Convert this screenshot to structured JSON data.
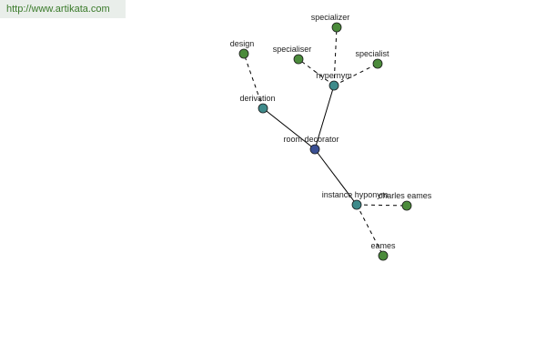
{
  "header": {
    "url": "http://www.artikata.com"
  },
  "colors": {
    "center_node": "#3a4f93",
    "relation_node": "#3e8a8a",
    "leaf_node": "#4b8b3b",
    "edge": "#000000",
    "url_text": "#3a7a2a",
    "url_background": "#e9eeea"
  },
  "graph": {
    "nodes": [
      {
        "id": "room-decorator",
        "label": "room decorator",
        "kind": "center"
      },
      {
        "id": "hypernym",
        "label": "hypernym",
        "kind": "relation"
      },
      {
        "id": "derivation",
        "label": "derivation",
        "kind": "relation"
      },
      {
        "id": "instance-hyponym",
        "label": "instance hyponym",
        "kind": "relation"
      },
      {
        "id": "specializer",
        "label": "specializer",
        "kind": "leaf"
      },
      {
        "id": "specialiser",
        "label": "specialiser",
        "kind": "leaf"
      },
      {
        "id": "specialist",
        "label": "specialist",
        "kind": "leaf"
      },
      {
        "id": "design",
        "label": "design",
        "kind": "leaf"
      },
      {
        "id": "charles-eames",
        "label": "charles eames",
        "kind": "leaf"
      },
      {
        "id": "eames",
        "label": "eames",
        "kind": "leaf"
      }
    ],
    "edges": [
      {
        "from": "room-decorator",
        "to": "hypernym",
        "style": "solid"
      },
      {
        "from": "room-decorator",
        "to": "derivation",
        "style": "solid"
      },
      {
        "from": "room-decorator",
        "to": "instance-hyponym",
        "style": "solid"
      },
      {
        "from": "hypernym",
        "to": "specializer",
        "style": "dashed"
      },
      {
        "from": "hypernym",
        "to": "specialiser",
        "style": "dashed"
      },
      {
        "from": "hypernym",
        "to": "specialist",
        "style": "dashed"
      },
      {
        "from": "derivation",
        "to": "design",
        "style": "dashed"
      },
      {
        "from": "instance-hyponym",
        "to": "charles-eames",
        "style": "dashed"
      },
      {
        "from": "instance-hyponym",
        "to": "eames",
        "style": "dashed"
      }
    ]
  }
}
